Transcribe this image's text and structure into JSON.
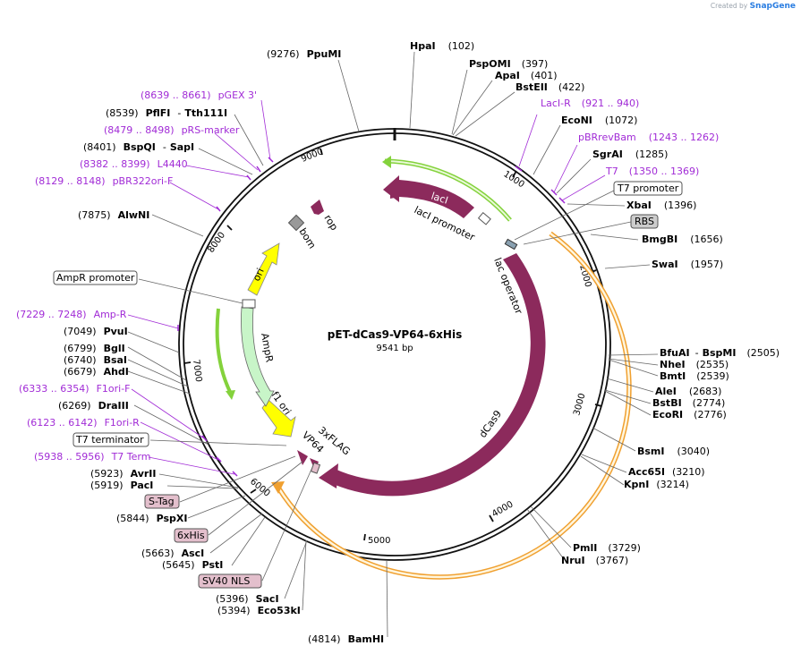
{
  "brand": {
    "created_by": "Created by",
    "product": "SnapGene"
  },
  "plasmid": {
    "name": "pET-dCas9-VP64-6xHis",
    "length_label": "9541 bp"
  },
  "tick_labels": [
    "1000",
    "2000",
    "3000",
    "4000",
    "5000",
    "6000",
    "7000",
    "8000",
    "9000"
  ],
  "features": {
    "laci": "lacI",
    "laci_promoter": "lacI promoter",
    "lac_operator": "lac operator",
    "dcas9": "dCas9",
    "flag": "3xFLAG",
    "vp64": "VP64",
    "f1ori": "f1 ori",
    "ampr": "AmpR",
    "ori": "ori",
    "bom": "bom",
    "rop": "rop"
  },
  "boxed_labels": {
    "t7_promoter": "T7 promoter",
    "rbs": "RBS",
    "ampr_promoter": "AmpR promoter",
    "t7_terminator": "T7 terminator",
    "stag": "S-Tag",
    "his": "6xHis",
    "sv40": "SV40 NLS"
  },
  "sites_right": [
    {
      "name": "HpaI",
      "pos": "(102)"
    },
    {
      "name": "PspOMI",
      "pos": "(397)"
    },
    {
      "name": "ApaI",
      "pos": "(401)"
    },
    {
      "name": "BstEII",
      "pos": "(422)"
    },
    {
      "name": "LacI-R",
      "pos": "(921 .. 940)"
    },
    {
      "name": "EcoNI",
      "pos": "(1072)"
    },
    {
      "name": "pBRrevBam",
      "pos": "(1243 .. 1262)"
    },
    {
      "name": "SgrAI",
      "pos": "(1285)"
    },
    {
      "name": "T7",
      "pos": "(1350 .. 1369)"
    },
    {
      "name": "XbaI",
      "pos": "(1396)"
    },
    {
      "name": "BmgBI",
      "pos": "(1656)"
    },
    {
      "name": "SwaI",
      "pos": "(1957)"
    },
    {
      "name": "BfuAI",
      "sep": "-",
      "name2": "BspMI",
      "pos": "(2505)"
    },
    {
      "name": "NheI",
      "pos": "(2535)"
    },
    {
      "name": "BmtI",
      "pos": "(2539)"
    },
    {
      "name": "AleI",
      "pos": "(2683)"
    },
    {
      "name": "BstBI",
      "pos": "(2774)"
    },
    {
      "name": "EcoRI",
      "pos": "(2776)"
    },
    {
      "name": "BsmI",
      "pos": "(3040)"
    },
    {
      "name": "Acc65I",
      "pos": "(3210)"
    },
    {
      "name": "KpnI",
      "pos": "(3214)"
    },
    {
      "name": "PmlI",
      "pos": "(3729)"
    },
    {
      "name": "NruI",
      "pos": "(3767)"
    }
  ],
  "sites_left": [
    {
      "name": "PpuMI",
      "pos": "(9276)"
    },
    {
      "name": "pGEX 3'",
      "pos": "(8639 .. 8661)"
    },
    {
      "name": "PflFI",
      "sep": "-",
      "name2": "Tth111I",
      "pos": "(8539)"
    },
    {
      "name": "pRS-marker",
      "pos": "(8479 .. 8498)"
    },
    {
      "name": "BspQI",
      "sep": "-",
      "name2": "SapI",
      "pos": "(8401)"
    },
    {
      "name": "L4440",
      "pos": "(8382 .. 8399)"
    },
    {
      "name": "pBR322ori-F",
      "pos": "(8129 .. 8148)"
    },
    {
      "name": "AlwNI",
      "pos": "(7875)"
    },
    {
      "name": "Amp-R",
      "pos": "(7229 .. 7248)"
    },
    {
      "name": "PvuI",
      "pos": "(7049)"
    },
    {
      "name": "BglI",
      "pos": "(6799)"
    },
    {
      "name": "BsaI",
      "pos": "(6740)"
    },
    {
      "name": "AhdI",
      "pos": "(6679)"
    },
    {
      "name": "F1ori-F",
      "pos": "(6333 .. 6354)"
    },
    {
      "name": "DraIII",
      "pos": "(6269)"
    },
    {
      "name": "F1ori-R",
      "pos": "(6123 .. 6142)"
    },
    {
      "name": "T7 Term",
      "pos": "(5938 .. 5956)"
    },
    {
      "name": "AvrII",
      "pos": "(5923)"
    },
    {
      "name": "PacI",
      "pos": "(5919)"
    },
    {
      "name": "PspXI",
      "pos": "(5844)"
    },
    {
      "name": "AscI",
      "pos": "(5663)"
    },
    {
      "name": "PstI",
      "pos": "(5645)"
    },
    {
      "name": "SacI",
      "pos": "(5396)"
    },
    {
      "name": "Eco53kI",
      "pos": "(5394)"
    },
    {
      "name": "BamHI",
      "pos": "(4814)"
    }
  ],
  "colors": {
    "backbone": "#111111",
    "magenta_feature": "#8c2a5c",
    "primer": "#a12bd6",
    "ampr_fill": "#c8f5c8",
    "ori_fill": "#ffff00",
    "orf_outline": "#f0a030",
    "orf_arrow_green": "#84d23c",
    "grey_box": "#999999"
  }
}
